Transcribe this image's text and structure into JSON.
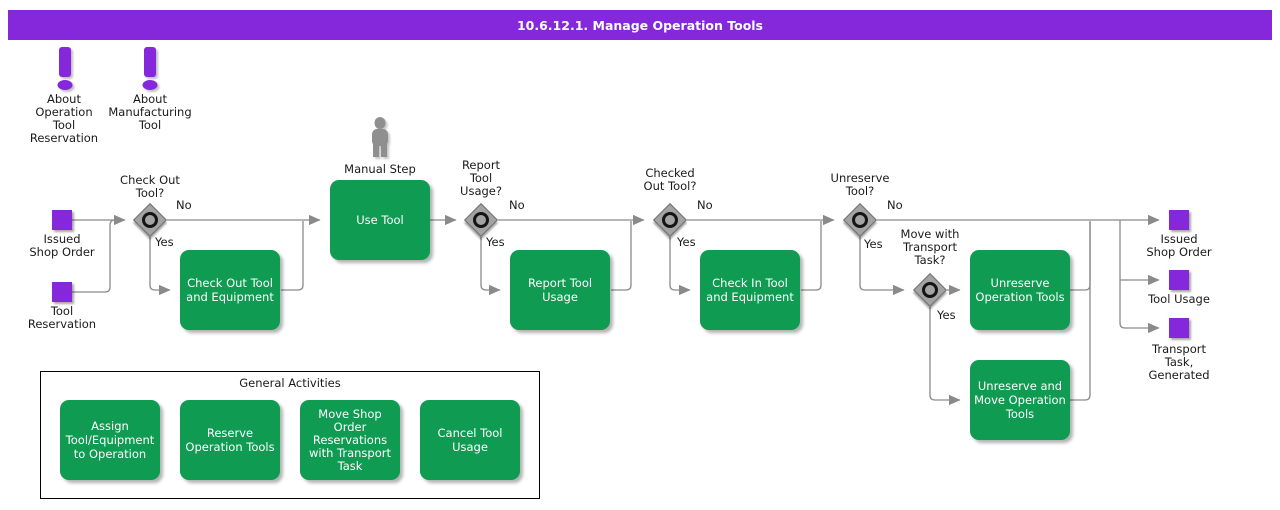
{
  "header": {
    "title": "10.6.12.1. Manage Operation Tools"
  },
  "colors": {
    "purple": "#8527db",
    "green": "#0f9b51",
    "line": "#8a8a8a",
    "diamond": "#a3a3a3"
  },
  "info_icons": [
    {
      "label": "About\nOperation\nTool\nReservation"
    },
    {
      "label": "About\nManufacturing\nTool"
    }
  ],
  "inputs": [
    {
      "label": "Issued\nShop Order"
    },
    {
      "label": "Tool\nReservation"
    }
  ],
  "outputs": [
    {
      "label": "Issued\nShop Order"
    },
    {
      "label": "Tool Usage"
    },
    {
      "label": "Transport\nTask,\nGenerated"
    }
  ],
  "manual_step": {
    "label": "Manual Step"
  },
  "decisions": [
    {
      "question": "Check Out\nTool?",
      "no": "No",
      "yes": "Yes"
    },
    {
      "question": "Report\nTool\nUsage?",
      "no": "No",
      "yes": "Yes"
    },
    {
      "question": "Checked\nOut Tool?",
      "no": "No",
      "yes": "Yes"
    },
    {
      "question": "Unreserve\nTool?",
      "no": "No",
      "yes": "Yes"
    },
    {
      "question": "Move with\nTransport\nTask?",
      "yes": "Yes"
    }
  ],
  "activities": [
    {
      "label": "Use Tool"
    },
    {
      "label": "Check Out Tool\nand Equipment"
    },
    {
      "label": "Report Tool\nUsage"
    },
    {
      "label": "Check In Tool\nand Equipment"
    },
    {
      "label": "Unreserve\nOperation Tools"
    },
    {
      "label": "Unreserve and\nMove Operation\nTools"
    }
  ],
  "general": {
    "title": "General Activities",
    "items": [
      {
        "label": "Assign\nTool/Equipment\nto Operation"
      },
      {
        "label": "Reserve\nOperation Tools"
      },
      {
        "label": "Move Shop\nOrder\nReservations\nwith Transport\nTask"
      },
      {
        "label": "Cancel Tool\nUsage"
      }
    ]
  }
}
